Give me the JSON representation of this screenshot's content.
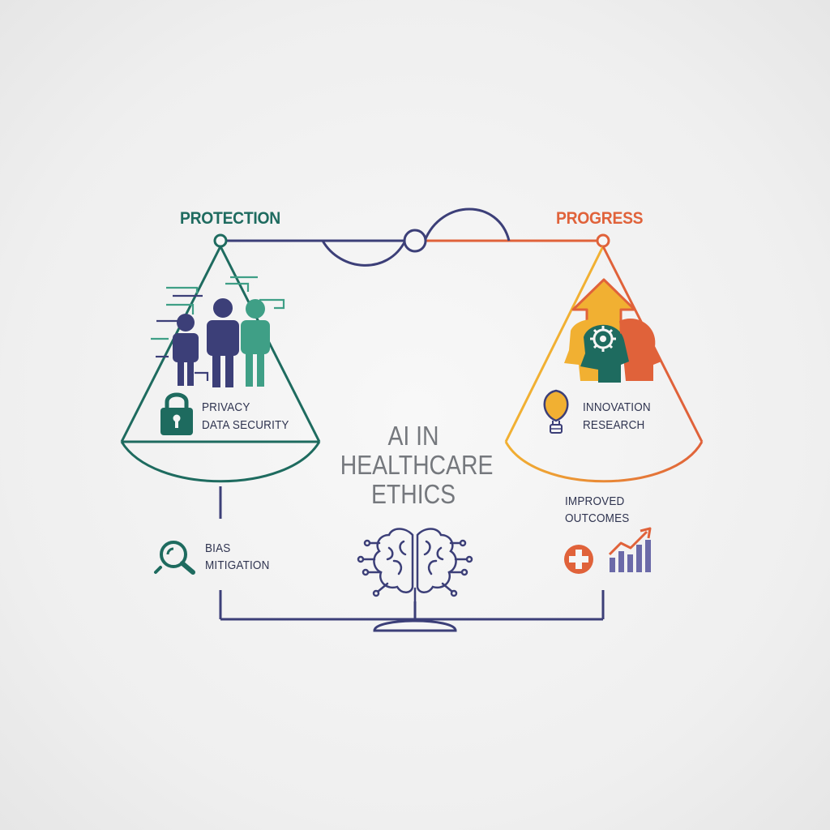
{
  "left_pan": {
    "heading": "PROTECTION",
    "heading_color": "#1e6b5f",
    "line1": "PRIVACY",
    "line2": "DATA SECURITY",
    "people_icon": "people-group-icon",
    "lock_icon": "padlock-icon"
  },
  "right_pan": {
    "heading": "PROGRESS",
    "heading_color": "#e0623a",
    "line1": "INNOVATION",
    "line2": "RESEARCH",
    "head_icon": "head-gear-icon",
    "arrow_icon": "up-arrow-icon",
    "bulb_icon": "lightbulb-icon"
  },
  "center": {
    "title_line1": "AI IN",
    "title_line2": "HEALTHCARE",
    "title_line3": "ETHICS",
    "brain_icon": "circuit-brain-icon"
  },
  "bias": {
    "line1": "BIAS",
    "line2": "MITIGATION",
    "icon": "magnifier-icon"
  },
  "outcomes": {
    "line1": "IMPROVED",
    "line2": "OUTCOMES",
    "cross_icon": "medical-cross-icon",
    "chart_icon": "growth-chart-icon"
  },
  "colors": {
    "teal": "#1e6b5f",
    "navy": "#3c3f78",
    "orange": "#e0623a",
    "gold": "#f1b032",
    "green": "#3f9f86"
  }
}
